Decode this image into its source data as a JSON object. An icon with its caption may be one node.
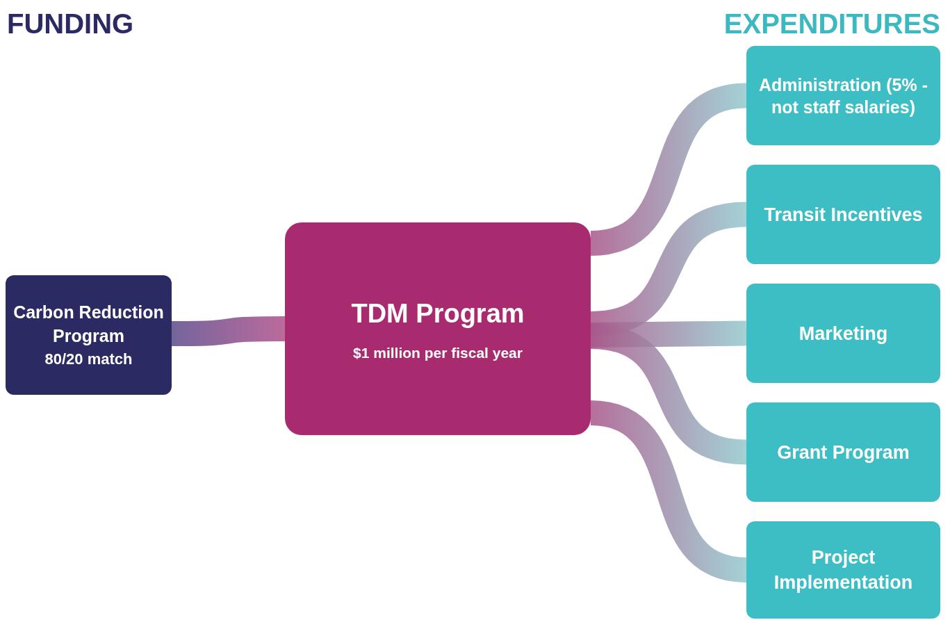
{
  "diagram": {
    "nodes": [
      {
        "text": [
          "Carbon Reduction Program",
          "80/20 match"
        ]
      },
      {
        "text": [
          "TDM Program",
          "$1 million per fiscal year"
        ]
      },
      {
        "text": [
          "Administration (5% - not staff salaries)"
        ]
      },
      {
        "text": [
          "Transit Incentives"
        ]
      },
      {
        "text": [
          "Marketing"
        ]
      },
      {
        "text": [
          "Grant Program"
        ]
      },
      {
        "text": [
          "Project Implementation"
        ]
      }
    ],
    "edges": [
      {
        "from": 0,
        "to": 1,
        "arrow": "none",
        "style": "thick"
      },
      {
        "from": 1,
        "to": 2,
        "arrow": "none",
        "style": "thick"
      },
      {
        "from": 1,
        "to": 3,
        "arrow": "none",
        "style": "thick"
      },
      {
        "from": 1,
        "to": 4,
        "arrow": "none",
        "style": "thick"
      },
      {
        "from": 1,
        "to": 5,
        "arrow": "none",
        "style": "thick"
      },
      {
        "from": 1,
        "to": 6,
        "arrow": "none",
        "style": "thick"
      }
    ],
    "labels": [
      "FUNDING",
      "EXPENDITURES"
    ]
  }
}
